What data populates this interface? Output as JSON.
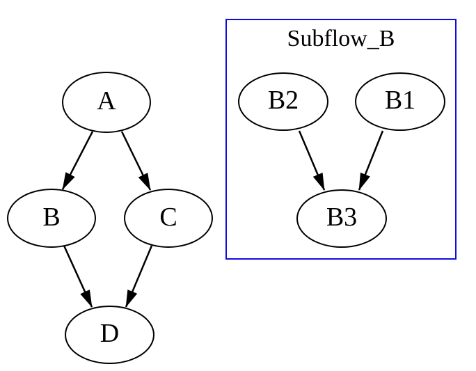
{
  "graph": {
    "nodes": {
      "A": {
        "label": "A"
      },
      "B": {
        "label": "B"
      },
      "C": {
        "label": "C"
      },
      "D": {
        "label": "D"
      },
      "B2": {
        "label": "B2"
      },
      "B1": {
        "label": "B1"
      },
      "B3": {
        "label": "B3"
      }
    },
    "cluster": {
      "label": "Subflow_B",
      "border_color": "#0d0de0",
      "member_nodes": [
        "B2",
        "B1",
        "B3"
      ]
    },
    "edges": [
      {
        "from": "A",
        "to": "B"
      },
      {
        "from": "A",
        "to": "C"
      },
      {
        "from": "B",
        "to": "D"
      },
      {
        "from": "C",
        "to": "D"
      },
      {
        "from": "B2",
        "to": "B3"
      },
      {
        "from": "B1",
        "to": "B3"
      }
    ],
    "colors": {
      "background": "#ffffff",
      "node_stroke": "#000000",
      "edge": "#000000",
      "text": "#000000",
      "cluster_border": "#0d0de0"
    }
  }
}
